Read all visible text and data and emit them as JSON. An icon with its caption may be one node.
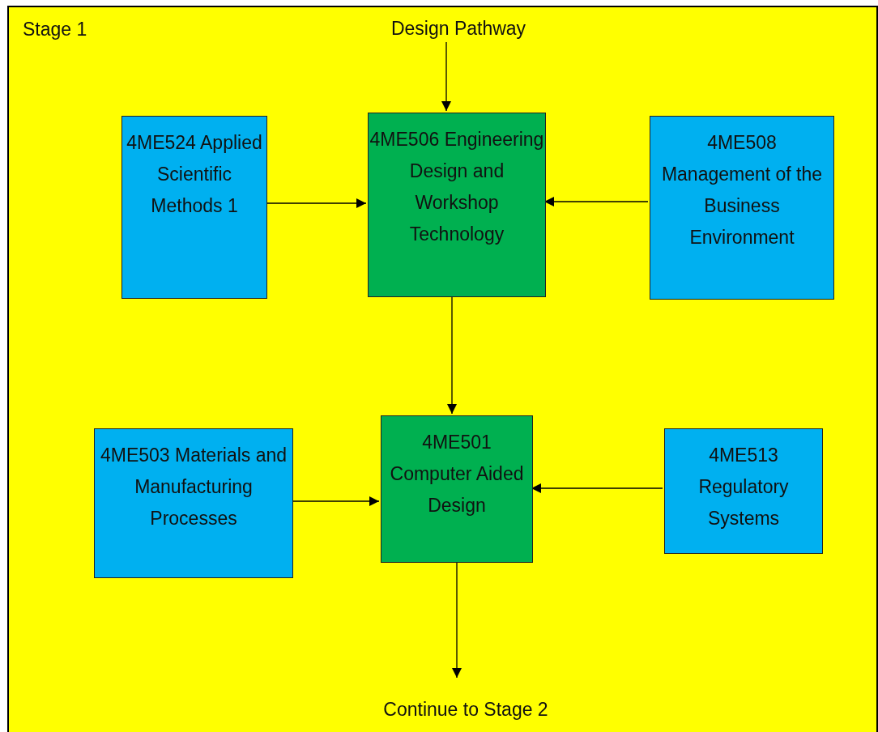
{
  "diagram": {
    "nodes": [
      {
        "text": [
          "Stage 1"
        ]
      },
      {
        "text": [
          "Design Pathway"
        ],
        "in": 0
      },
      {
        "text": [
          "4ME524 Applied Scientific Methods 1"
        ],
        "in": 0
      },
      {
        "text": [
          "4ME506 Engineering Design and Workshop Technology"
        ],
        "in": 0
      },
      {
        "text": [
          "4ME508 Management of the Business Environment"
        ],
        "in": 0
      },
      {
        "text": [
          "4ME503 Materials and Manufacturing Processes"
        ],
        "in": 0
      },
      {
        "text": [
          "4ME501 Computer Aided Design"
        ],
        "in": 0
      },
      {
        "text": [
          "4ME513 Regulatory Systems"
        ],
        "in": 0
      },
      {
        "text": [
          "Continue to Stage 2"
        ],
        "in": 0
      }
    ],
    "edges": [
      {
        "from": 1,
        "to": 3,
        "arrow": "to"
      },
      {
        "from": 2,
        "to": 3,
        "arrow": "to"
      },
      {
        "from": 4,
        "to": 3,
        "arrow": "to"
      },
      {
        "from": 3,
        "to": 6,
        "arrow": "to"
      },
      {
        "from": 5,
        "to": 6,
        "arrow": "to"
      },
      {
        "from": 7,
        "to": 6,
        "arrow": "to"
      },
      {
        "from": 6,
        "to": 8,
        "arrow": "to"
      }
    ]
  }
}
